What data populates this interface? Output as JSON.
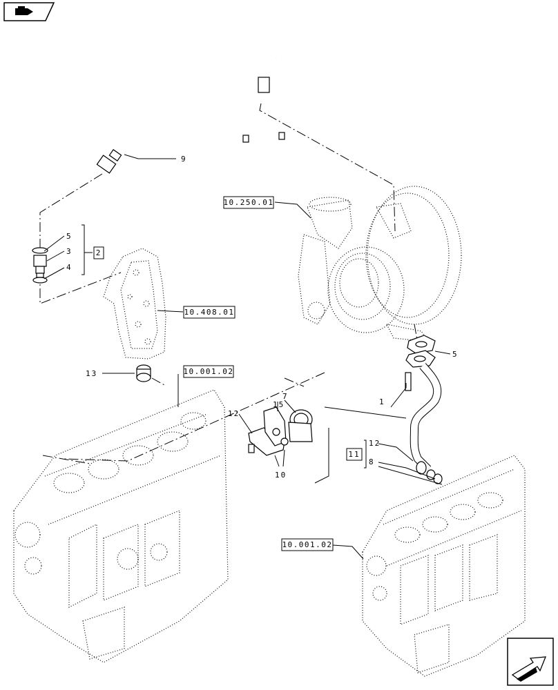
{
  "refs": {
    "turbo": "10.250.01",
    "filter": "10.408.01",
    "block_top": "10.001.02",
    "block_bottom": "10.001.02"
  },
  "callouts": {
    "c9": "9",
    "c5a": "5",
    "c3": "3",
    "c4": "4",
    "c2": "2",
    "c13": "13",
    "c5b": "5",
    "c1": "1",
    "c15": "15",
    "c7": "7",
    "c12a": "12",
    "c10": "10",
    "c11": "11",
    "c12b": "12",
    "c8": "8"
  },
  "icons": {
    "top_left": "book-open-icon",
    "bottom_right": "next-page-arrow-icon"
  }
}
